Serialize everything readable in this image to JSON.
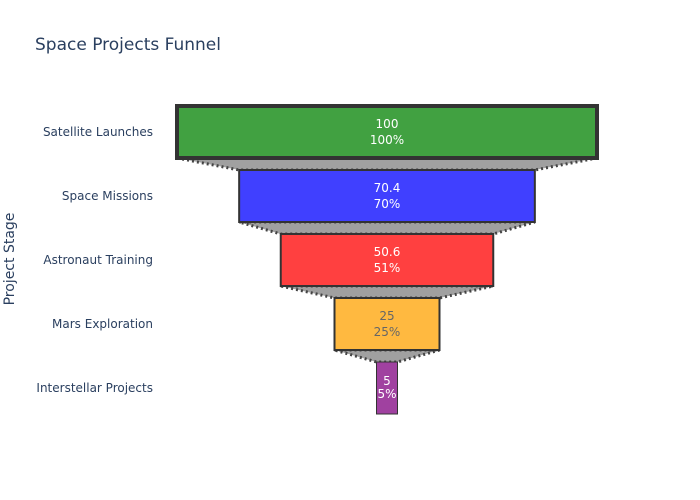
{
  "chart_data": {
    "type": "funnel",
    "title": "Space Projects Funnel",
    "ylabel": "Project Stage",
    "xlabel": "",
    "categories": [
      "Satellite Launches",
      "Space Missions",
      "Astronaut Training",
      "Mars Exploration",
      "Interstellar Projects"
    ],
    "values": [
      100,
      70.4,
      50.6,
      25,
      5
    ],
    "percent_labels": [
      "100%",
      "70%",
      "51%",
      "25%",
      "5%"
    ],
    "value_labels": [
      "100",
      "70.4",
      "50.6",
      "25",
      "5"
    ],
    "colors": [
      "#41a141",
      "#4040ff",
      "#ff4040",
      "#ffb940",
      "#a041a0"
    ],
    "text_colors": [
      "#ffffff",
      "#ffffff",
      "#ffffff",
      "#666666",
      "#ffffff"
    ],
    "connector_color": "#a0a0a0",
    "grid": false,
    "legend": "none"
  }
}
